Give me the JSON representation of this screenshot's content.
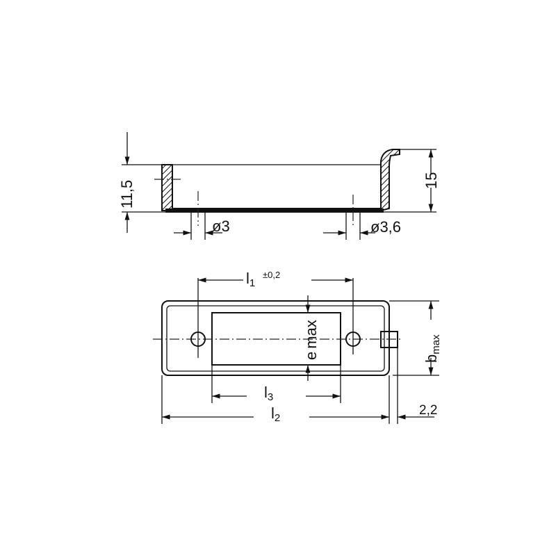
{
  "top_view": {
    "height_inner": "11,5",
    "height_total": "15",
    "hole_left_dia": "ø3",
    "hole_right_dia": "ø3,6"
  },
  "plan_view": {
    "l1": "l",
    "l1_sub": "1",
    "l1_tol": "±0,2",
    "l2": "l",
    "l2_sub": "2",
    "l3": "l",
    "l3_sub": "3",
    "tab_width": "2,2",
    "e_label": "e",
    "e_sub": "max",
    "b_label": "b",
    "b_sub": "max"
  }
}
